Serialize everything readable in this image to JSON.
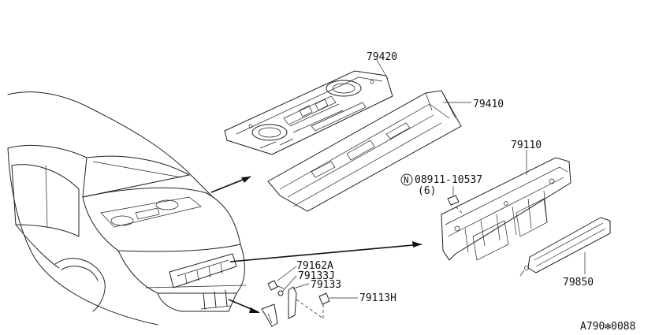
{
  "callouts": {
    "rear_parcel_shelf": "79420",
    "rear_waist_panel": "79410",
    "rear_panel": "79110",
    "nut_spec": "08911-10537",
    "nut_qty": "(6)",
    "nut_symbol": "N",
    "bolt": "79162A",
    "clip": "79133J",
    "bracket": "79133",
    "clip_h": "79113H",
    "finisher": "79850"
  },
  "diagram_code": "A790✻0088"
}
